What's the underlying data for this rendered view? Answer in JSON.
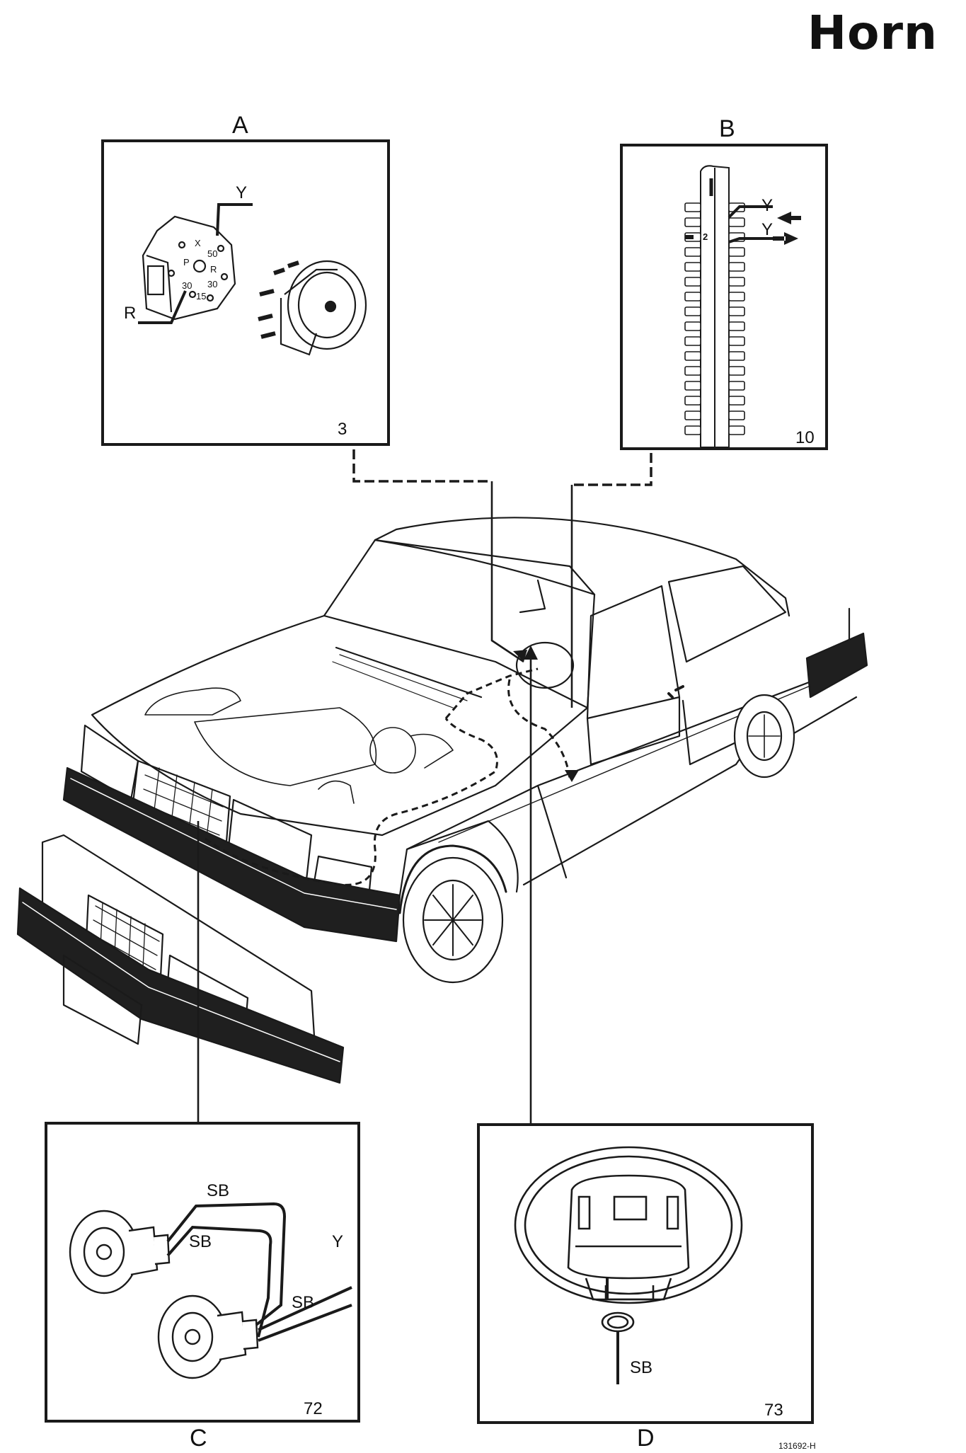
{
  "title": "Horn",
  "panels": {
    "A": {
      "letter": "A",
      "number": "3",
      "wires": [
        "Y",
        "R"
      ],
      "terminals": [
        "X",
        "50",
        "P",
        "R",
        "30",
        "30",
        "15"
      ]
    },
    "B": {
      "letter": "B",
      "number": "10",
      "wires": [
        "Y",
        "Y"
      ],
      "pin": "2"
    },
    "C": {
      "letter": "C",
      "number": "72",
      "wires": [
        "SB",
        "SB",
        "Y",
        "SB"
      ]
    },
    "D": {
      "letter": "D",
      "number": "73",
      "wires": [
        "SB"
      ]
    }
  },
  "footer_code": "131692-H"
}
